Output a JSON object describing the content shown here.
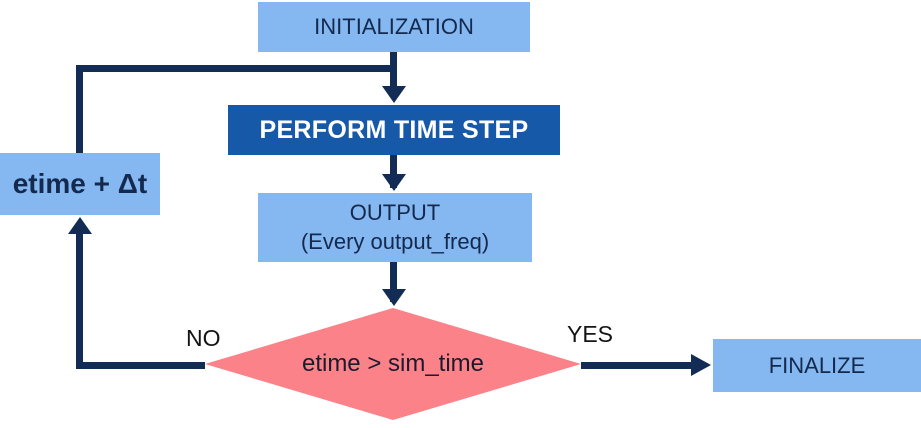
{
  "colors": {
    "light_blue": "#85B7F0",
    "dark_blue": "#1659A9",
    "pink": "#FB8288",
    "navy": "#122C55",
    "text_dark": "#14294E",
    "label_black": "#141414"
  },
  "nodes": {
    "initialization": {
      "label": "INITIALIZATION"
    },
    "perform_time_step": {
      "label": "PERFORM TIME STEP"
    },
    "output": {
      "label": "OUTPUT",
      "sublabel": "(Every output_freq)"
    },
    "decision": {
      "label": "etime > sim_time"
    },
    "finalize": {
      "label": "FINALIZE"
    },
    "etime_update": {
      "label": "etime + Δt"
    }
  },
  "edges": {
    "no_label": "NO",
    "yes_label": "YES"
  }
}
